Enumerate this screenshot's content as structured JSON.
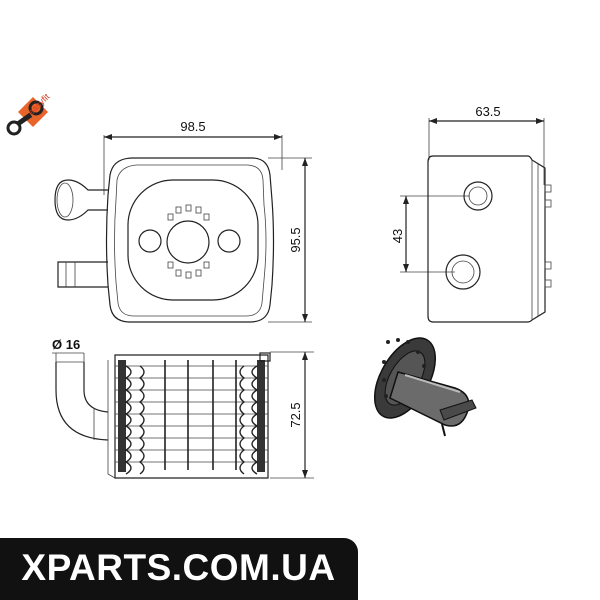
{
  "dimensions": {
    "width_front": "98.5",
    "height_front": "95.5",
    "width_side": "63.5",
    "port_spacing": "43",
    "pipe_diameter": "Ø 16",
    "height_section": "72.5"
  },
  "logo": {
    "text": "easyfit",
    "color": "#d6401d"
  },
  "watermark": {
    "text": "XPARTS.COM.UA"
  }
}
